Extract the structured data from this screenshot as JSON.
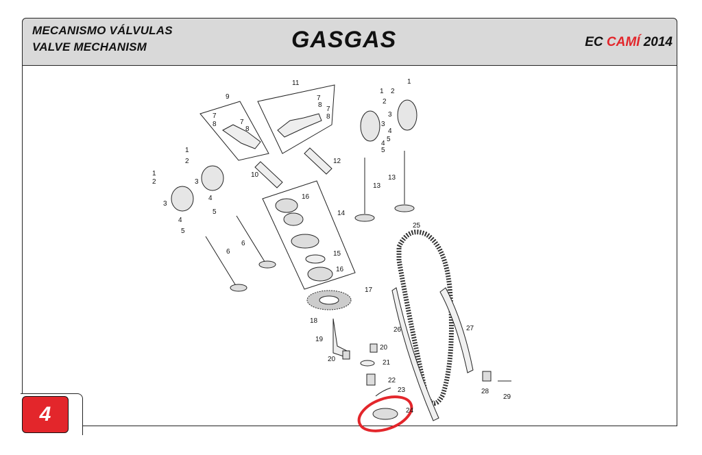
{
  "header": {
    "title_es": "MECANISMO VÁLVULAS",
    "title_en": "VALVE MECHANISM",
    "brand": "GASGAS",
    "model_prefix": "EC ",
    "model_accent": "CAMÍ",
    "model_year": " 2014"
  },
  "page_number": "4",
  "colors": {
    "accent": "#e3262b",
    "header_bg": "#d9d9d9",
    "highlight": "#e3262b"
  },
  "part_labels": {
    "p1": "1",
    "p2": "2",
    "p3": "3",
    "p4": "4",
    "p5": "5",
    "p6": "6",
    "p7": "7",
    "p8": "8",
    "p9": "9",
    "p10": "10",
    "p11": "11",
    "p12": "12",
    "p13": "13",
    "p14": "14",
    "p15": "15",
    "p16": "16",
    "p17": "17",
    "p18": "18",
    "p19": "19",
    "p20": "20",
    "p21": "21",
    "p22": "22",
    "p23": "23",
    "p24": "24",
    "p25": "25",
    "p26": "26",
    "p27": "27",
    "p28": "28",
    "p29": "29"
  },
  "highlighted_part": "24"
}
